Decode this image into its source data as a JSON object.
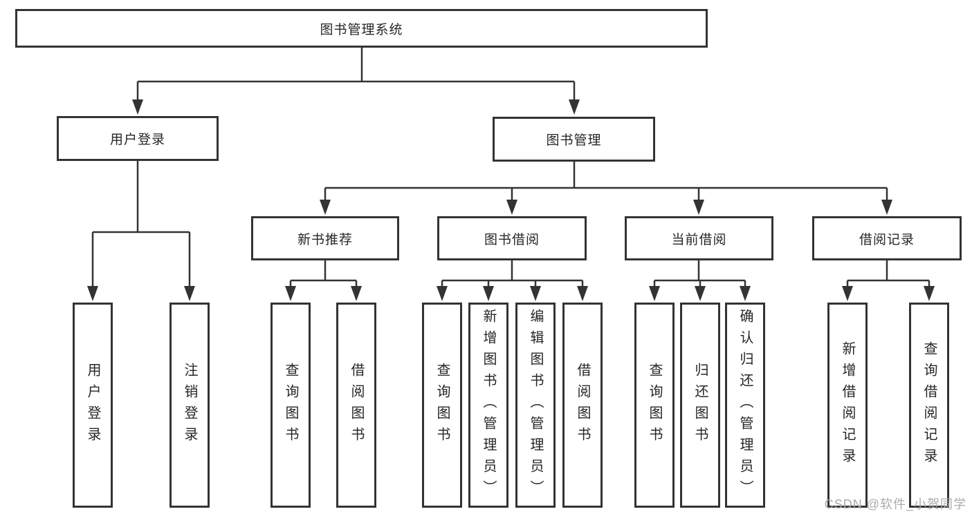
{
  "diagram_title": "图书管理系统",
  "tree": {
    "root": {
      "label": "图书管理系统"
    },
    "children": [
      {
        "label": "用户登录",
        "children": [
          {
            "label": "用户登录"
          },
          {
            "label": "注销登录"
          }
        ]
      },
      {
        "label": "图书管理",
        "children": [
          {
            "label": "新书推荐",
            "children": [
              {
                "label": "查询图书"
              },
              {
                "label": "借阅图书"
              }
            ]
          },
          {
            "label": "图书借阅",
            "children": [
              {
                "label": "查询图书"
              },
              {
                "label": "新增图书（管理员）"
              },
              {
                "label": "编辑图书（管理员）"
              },
              {
                "label": "借阅图书"
              }
            ]
          },
          {
            "label": "当前借阅",
            "children": [
              {
                "label": "查询图书"
              },
              {
                "label": "归还图书"
              },
              {
                "label": "确认归还（管理员）"
              }
            ]
          },
          {
            "label": "借阅记录",
            "children": [
              {
                "label": "新增借阅记录"
              },
              {
                "label": "查询借阅记录"
              }
            ]
          }
        ]
      }
    ]
  },
  "watermark": {
    "text": "CSDN @软件_小贺同学"
  },
  "colors": {
    "background": "#ffffff",
    "line": "#333333",
    "text": "#262626",
    "watermark": "#ababab"
  }
}
